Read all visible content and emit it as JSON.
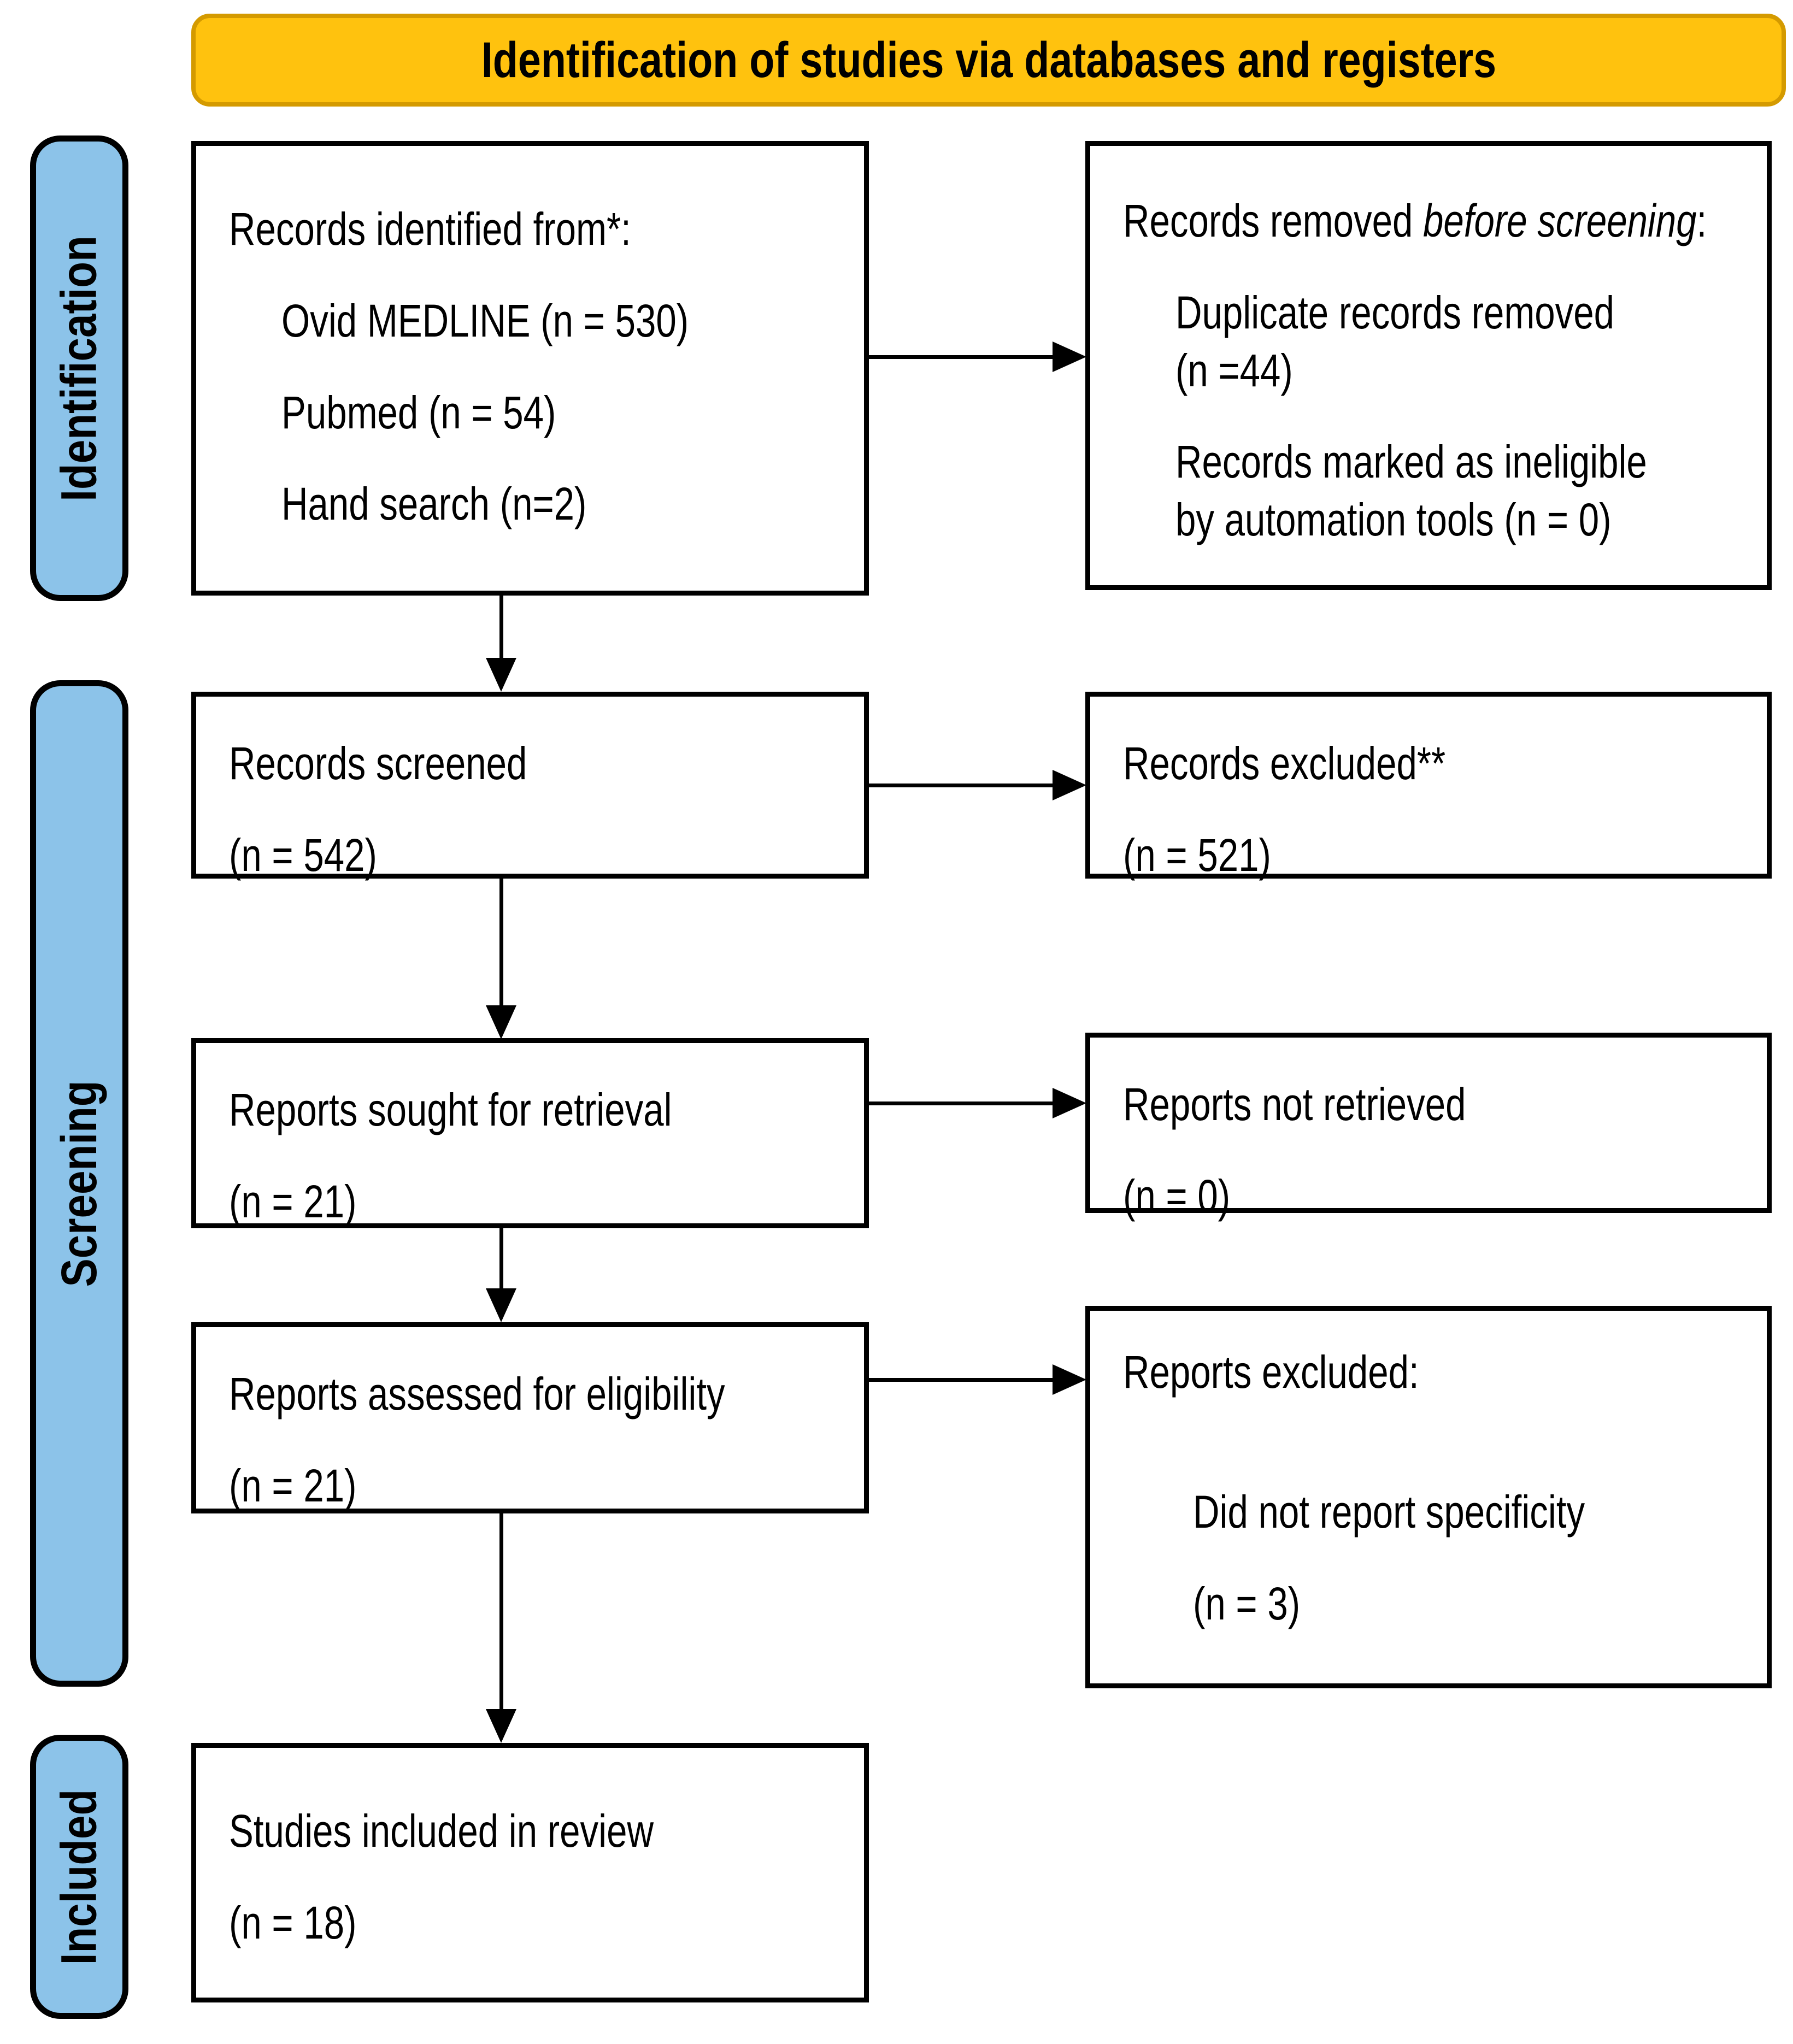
{
  "header": {
    "title": "Identification of studies via databases and registers"
  },
  "sidebar": {
    "identification": "Identification",
    "screening": "Screening",
    "included": "Included"
  },
  "boxes": {
    "identified": {
      "l1": "Records identified from*:",
      "l2": "Ovid MEDLINE (n = 530)",
      "l3": "Pubmed (n = 54)",
      "l4": "Hand search (n=2)"
    },
    "removed": {
      "l1_pre": "Records removed ",
      "l1_em": "before screening",
      "l1_post": ":",
      "l2a": "Duplicate records removed",
      "l2b": "(n =44)",
      "l3a": "Records marked as ineligible",
      "l3b": "by automation tools (n = 0)"
    },
    "screened": {
      "l1": "Records screened",
      "l2": "(n = 542)"
    },
    "excluded": {
      "l1": "Records excluded**",
      "l2": "(n = 521)"
    },
    "sought": {
      "l1": "Reports sought for retrieval",
      "l2": "(n = 21)"
    },
    "not_retrieved": {
      "l1": "Reports not retrieved",
      "l2": "(n = 0)"
    },
    "assessed": {
      "l1": "Reports assessed for eligibility",
      "l2": "(n = 21)"
    },
    "reports_excluded": {
      "l1": "Reports excluded:",
      "l2": "Did not report specificity",
      "l3": "(n = 3)"
    },
    "included_box": {
      "l1": "Studies included in review",
      "l2": "(n = 18)"
    }
  },
  "colors": {
    "accent_yellow": "#FFC20E",
    "accent_yellow_border": "#D49A00",
    "accent_blue": "#8CC3E9"
  }
}
